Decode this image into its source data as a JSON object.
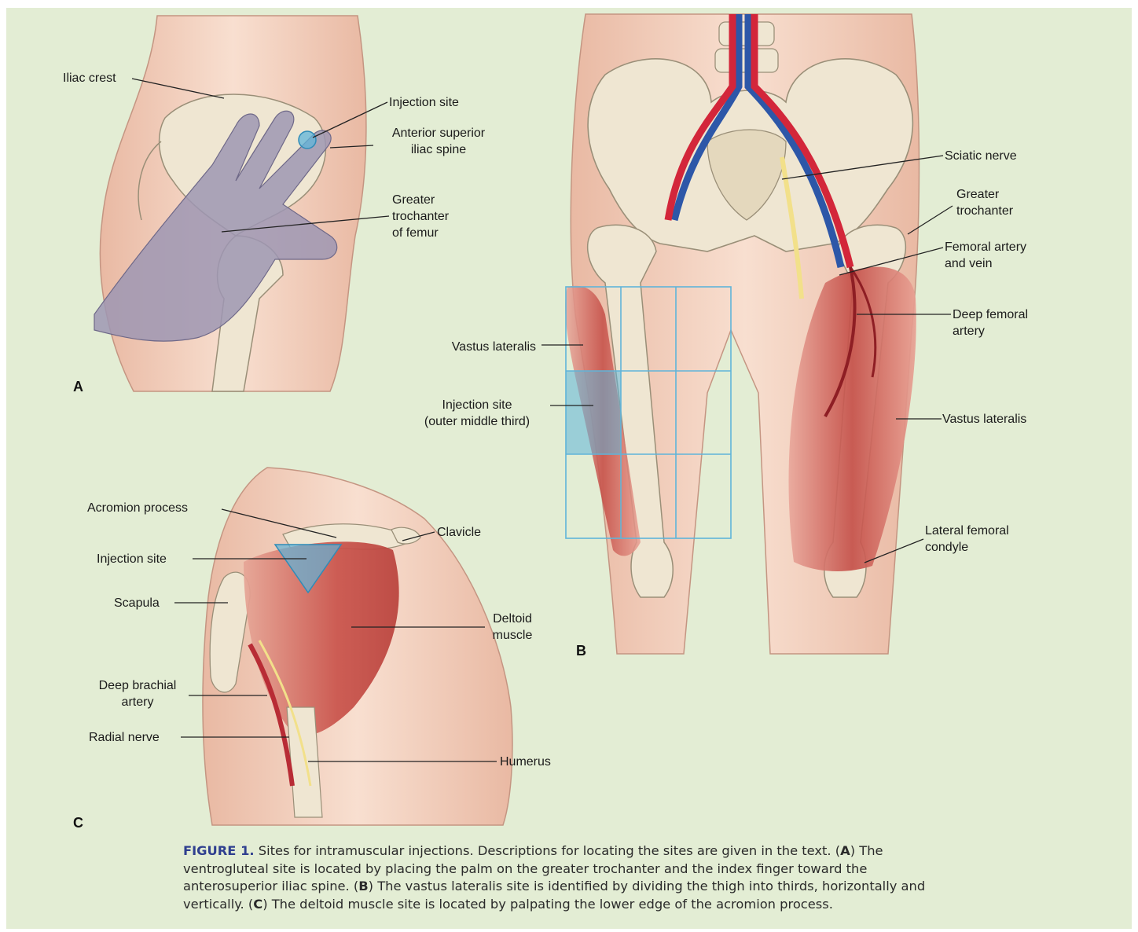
{
  "panels": {
    "a": {
      "letter": "A",
      "labels": {
        "iliac_crest": "Iliac crest",
        "injection_site": "Injection site",
        "anterior_superior_iliac_spine": "Anterior superior\niliac spine",
        "greater_trochanter_of_femur": "Greater\ntrochanter\nof femur"
      }
    },
    "b": {
      "letter": "B",
      "labels": {
        "sciatic_nerve": "Sciatic nerve",
        "greater_trochanter": "Greater\ntrochanter",
        "femoral_artery_and_vein": "Femoral artery\nand vein",
        "deep_femoral_artery": "Deep femoral\nartery",
        "vastus_lateralis_left": "Vastus lateralis",
        "injection_site": "Injection site\n(outer middle third)",
        "vastus_lateralis_right": "Vastus lateralis",
        "lateral_femoral_condyle": "Lateral femoral\ncondyle"
      }
    },
    "c": {
      "letter": "C",
      "labels": {
        "acromion_process": "Acromion process",
        "clavicle": "Clavicle",
        "injection_site": "Injection site",
        "scapula": "Scapula",
        "deltoid_muscle": "Deltoid\nmuscle",
        "deep_brachial_artery": "Deep brachial\nartery",
        "radial_nerve": "Radial nerve",
        "humerus": "Humerus"
      }
    }
  },
  "caption": {
    "figure_label": "FIGURE 1.",
    "t1": " Sites for intramuscular injections. Descriptions for locating the sites are given in the text. (",
    "a": "A",
    "t2": ") The ventrogluteal site is located by placing the palm on the greater trochanter and the index finger toward the anterosuperior iliac spine. (",
    "b": "B",
    "t3": ") The vastus lateralis site is identified by dividing the thigh into thirds, horizontally and vertically. (",
    "c": "C",
    "t4": ") The deltoid muscle site is located by palpating the lower edge of the acromion process."
  },
  "colors": {
    "background": "#e3edd4",
    "skin": "#f4d6c4",
    "bone": "#efe6d2",
    "muscle": "#c9584f",
    "artery": "#d3263a",
    "vein": "#2d57a8",
    "nerve": "#f2e08a",
    "injection_highlight": "#5fb4d9",
    "glove": "#9d97b3",
    "caption_figure_label": "#2f3f8f"
  }
}
